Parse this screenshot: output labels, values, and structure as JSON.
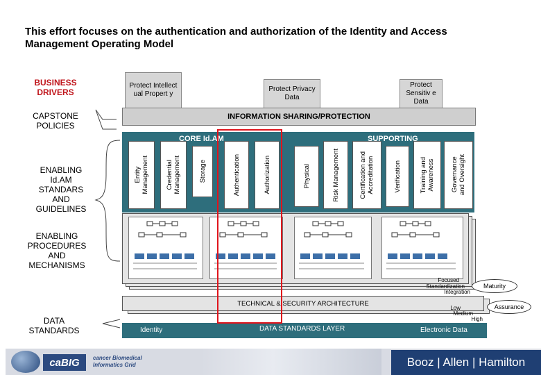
{
  "title": "This effort focuses on the authentication and authorization of the Identity and Access Management Operating Model",
  "left_labels": {
    "business_drivers": "BUSINESS DRIVERS",
    "capstone_policies": "CAPSTONE POLICIES",
    "enabling_standards": "ENABLING Id.AM STANDARS AND GUIDELINES",
    "enabling_procedures": "ENABLING PROCEDURES AND MECHANISMS",
    "data_standards": "DATA STANDARDS"
  },
  "drivers": {
    "ip": "Protect Intellect ual Propert y",
    "privacy": "Protect Privacy Data",
    "sensitive": "Protect Sensitiv e Data"
  },
  "info_sharing": "INFORMATION SHARING/PROTECTION",
  "core_label": "CORE Id.AM",
  "supporting_label": "SUPPORTING",
  "columns": [
    "Entity\nManagement",
    "Credential\nManagement",
    "Storage",
    "Authentication",
    "Authorization",
    "Physical",
    "Risk Management",
    "Certification and\nAccreditation",
    "Verification",
    "Training and\nAwareness",
    "Governance\nand Oversight"
  ],
  "maturity_levels": [
    "Focused",
    "Standardization",
    "Integration"
  ],
  "maturity_label": "Maturity",
  "tech_arch": "TECHNICAL & SECURITY ARCHITECTURE",
  "assurance_levels": [
    "Low",
    "Medium",
    "High"
  ],
  "assurance_label": "Assurance",
  "data_layer": {
    "left": "Identity",
    "center": "DATA STANDARDS LAYER",
    "right": "Electronic Data"
  },
  "footer": {
    "cabig": "caBIG",
    "cabig_sub1": "cancer Biomedical",
    "cabig_sub2": "Informatics Grid",
    "booz": "Booz | Allen | Hamilton"
  },
  "colors": {
    "accent_red": "#c0161c",
    "teal": "#2e6e7c",
    "highlight": "#e0141c"
  }
}
